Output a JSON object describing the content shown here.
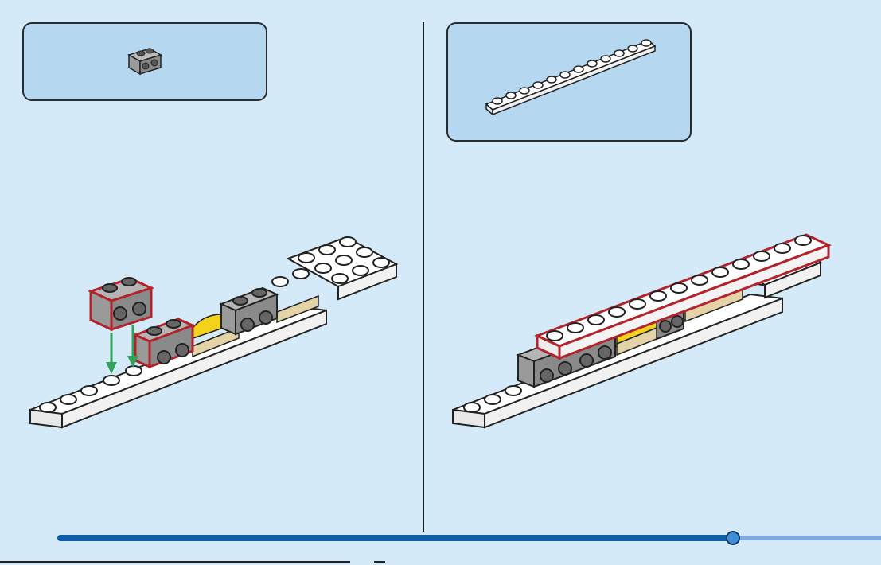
{
  "page": {
    "title": "",
    "background_color": "#d4eaf8"
  },
  "steps": [
    {
      "step_number": "",
      "parts": [
        {
          "part_name": "brick-1x2-with-side-studs",
          "quantity": "",
          "color": "#8d8d8d"
        }
      ],
      "callout_color": "#b3232c",
      "arrow_color": "#2fa35a"
    },
    {
      "step_number": "",
      "parts": [
        {
          "part_name": "plate-1x12",
          "quantity": "",
          "color": "#ffffff"
        }
      ],
      "callout_color": "#b3232c"
    }
  ],
  "progress": {
    "fraction": 0.82,
    "fill_color": "#0f5fa8",
    "rest_color": "#7fa7e0"
  },
  "icons": {
    "progress_handle": "circle-handle-icon"
  }
}
